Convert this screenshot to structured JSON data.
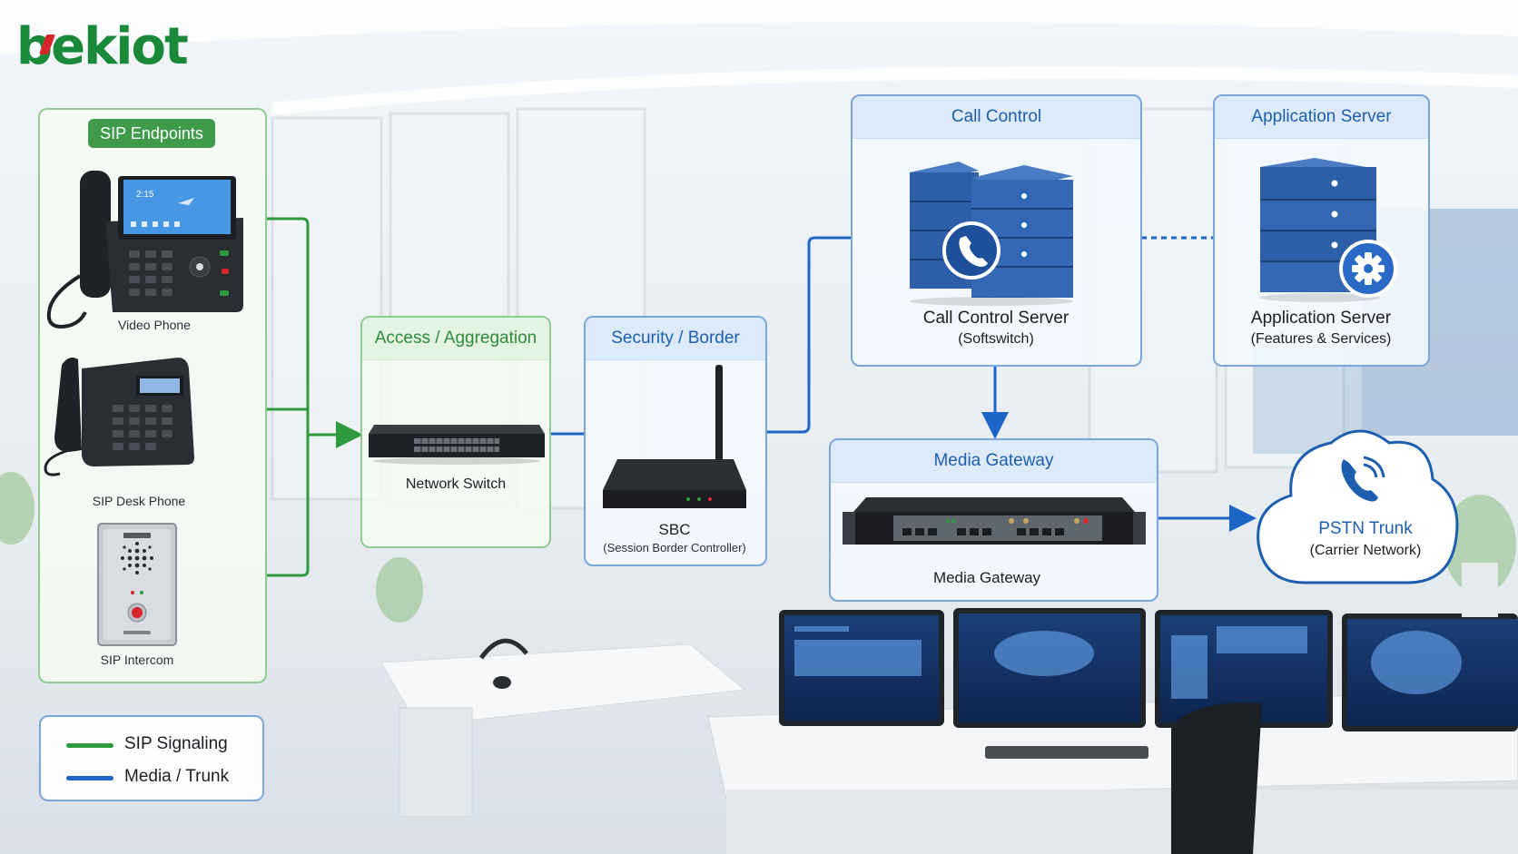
{
  "brand": {
    "logo_text": "bekiot"
  },
  "endpoints": {
    "title": "SIP Endpoints",
    "items": [
      {
        "label": "Video Phone"
      },
      {
        "label": "SIP Desk Phone"
      },
      {
        "label": "SIP Intercom"
      }
    ],
    "video_phone_screen_time": "2:15"
  },
  "access": {
    "title": "Access / Aggregation",
    "device_label": "Network Switch"
  },
  "security": {
    "title": "Security / Border",
    "device_label": "SBC",
    "device_sublabel": "(Session Border Controller)"
  },
  "call_control": {
    "title": "Call Control",
    "device_label": "Call Control Server",
    "device_sublabel": "(Softswitch)"
  },
  "app_server": {
    "title": "Application Server",
    "device_label": "Application Server",
    "device_sublabel": "(Features & Services)"
  },
  "media_gateway": {
    "title": "Media Gateway",
    "device_label": "Media Gateway"
  },
  "pstn": {
    "label": "PSTN Trunk",
    "sublabel": "(Carrier Network)"
  },
  "legend": {
    "items": [
      {
        "label": "SIP Signaling",
        "color": "#2e9a3e"
      },
      {
        "label": "Media / Trunk",
        "color": "#1d66c8"
      }
    ]
  },
  "colors": {
    "signaling": "#2e9a3e",
    "media": "#1d66c8",
    "server_blue": "#2d5fa8",
    "accent_red": "#d8262e"
  }
}
